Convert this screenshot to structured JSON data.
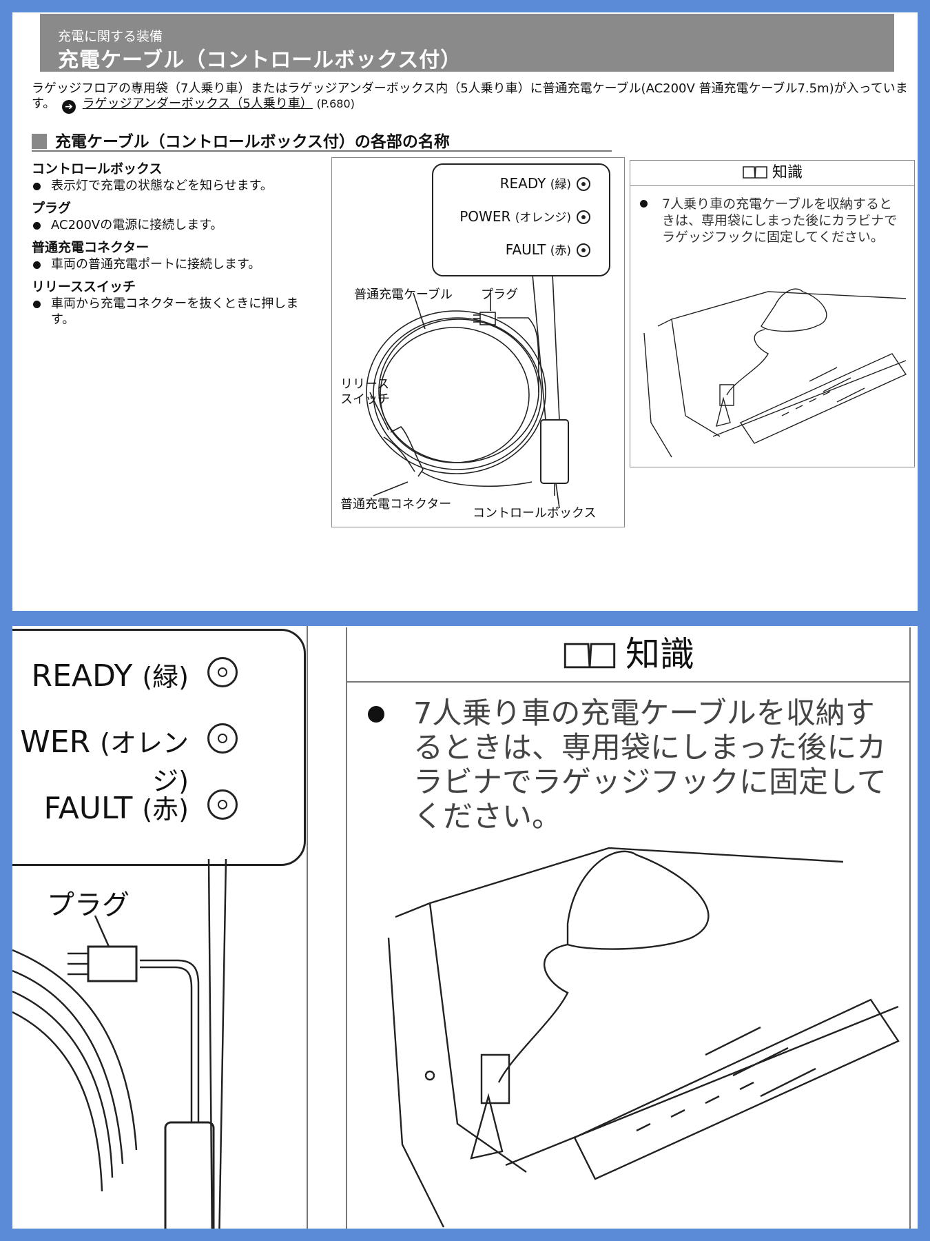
{
  "header": {
    "category": "充電に関する装備",
    "title": "充電ケーブル（コントロールボックス付）"
  },
  "intro": {
    "text": "ラゲッジフロアの専用袋（7人乗り車）またはラゲッジアンダーボックス内（5人乗り車）に普通充電ケーブル(AC200V 普通充電ケーブル7.5m)が入っています。",
    "ref_label": "ラゲッジアンダーボックス（5人乗り車）",
    "ref_page": "(P.680)"
  },
  "section": {
    "heading": "充電ケーブル（コントロールボックス付）の各部の名称"
  },
  "parts": [
    {
      "name": "コントロールボックス",
      "desc": "表示灯で充電の状態などを知らせます。"
    },
    {
      "name": "プラグ",
      "desc": "AC200Vの電源に接続します。"
    },
    {
      "name": "普通充電コネクター",
      "desc": "車両の普通充電ポートに接続します。"
    },
    {
      "name": "リリーススイッチ",
      "desc": "車両から充電コネクターを抜くときに押します。"
    }
  ],
  "diagram": {
    "lamps": [
      {
        "label": "READY",
        "color_label": "(緑)"
      },
      {
        "label": "POWER",
        "color_label": "(オレンジ)"
      },
      {
        "label": "FAULT",
        "color_label": "(赤)"
      }
    ],
    "callouts": {
      "cable": "普通充電ケーブル",
      "plug": "プラグ",
      "release_switch": "リリース\nスイッチ",
      "connector": "普通充電コネクター",
      "control_box": "コントロールボックス"
    }
  },
  "knowledge": {
    "title": "知識",
    "text": "7人乗り車の充電ケーブルを収納するときは、専用袋にしまった後にカラビナでラゲッジフックに固定してください。"
  },
  "zoom": {
    "lamps": [
      {
        "label": "READY",
        "color_label": "(緑)"
      },
      {
        "label": "WER",
        "color_label": "(オレンジ)"
      },
      {
        "label": "FAULT",
        "color_label": "(赤)"
      }
    ],
    "plug_label": "プラグ"
  },
  "colors": {
    "background": "#5b8bd6",
    "header_bg": "#8a8a8a"
  },
  "icons": [
    "arrow-right-circle-icon",
    "book-icon",
    "bullet-icon"
  ]
}
